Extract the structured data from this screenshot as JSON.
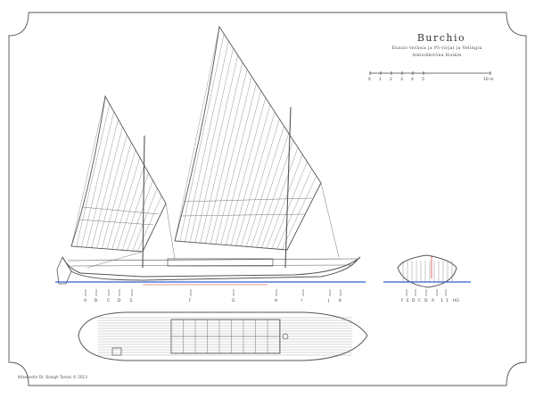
{
  "drawing": {
    "title": "Burchio",
    "subtitle_line1": "Énzaio-teräsia ja Pô-virjat ja Velingiu",
    "subtitle_line2": "Aikisihkitöna Haikin",
    "scale": {
      "tick_labels": [
        "0",
        "1",
        "2",
        "3",
        "4",
        "5",
        "10 m"
      ]
    },
    "section_labels": [
      "F",
      "E",
      "D",
      "C",
      "D",
      "A",
      "1",
      "1",
      "HG"
    ],
    "station_labels": [
      "A",
      "B",
      "C",
      "D",
      "E",
      "F",
      "G",
      "H",
      "I",
      "J",
      "K"
    ],
    "credit": "Kézekesfor Dr. Balogh Tamás © 2013"
  },
  "colors": {
    "line": "#555555",
    "sail_line": "#8a8a8a",
    "water": "#2f5fd0",
    "red_line": "#d03030",
    "paper": "#ffffff"
  }
}
